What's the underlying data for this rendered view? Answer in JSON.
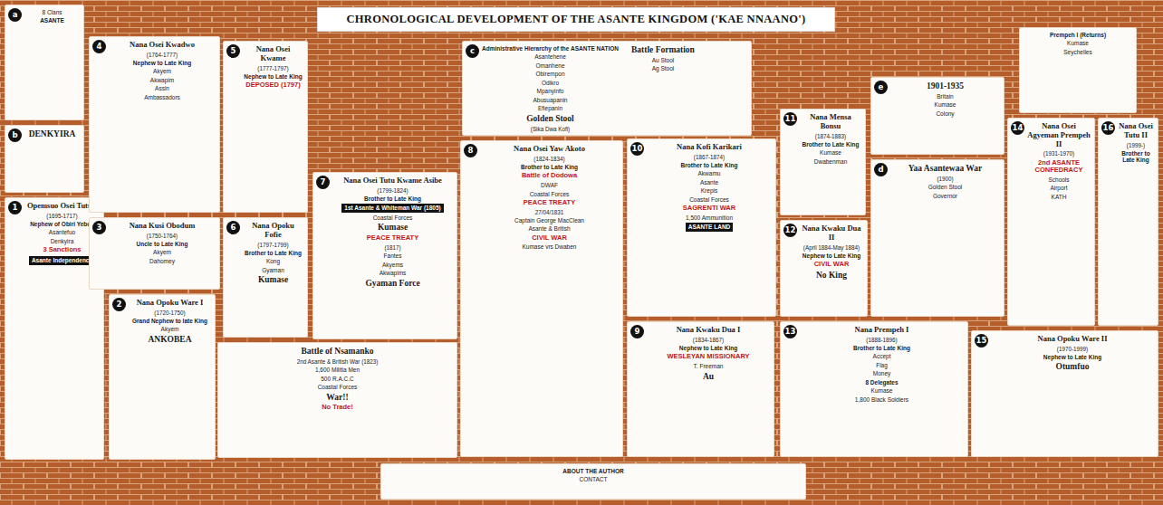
{
  "diagram": {
    "title": "CHRONOLOGICAL DEVELOPMENT OF THE ASANTE KINGDOM ('KAE NNAANO')",
    "nodes": [
      {
        "text": [
          "8 Clans",
          "ASANTE"
        ]
      },
      {
        "text": [
          "a"
        ],
        "in": 0
      },
      {
        "text": [
          "DENKYIRA"
        ]
      },
      {
        "text": [
          "b"
        ],
        "in": 2
      },
      {
        "text": [
          "Opemsuo Osei Tutu I",
          "(1695-1717)",
          "Nephew of Obiri Yeboa",
          "Asantefuo",
          "Denkyira",
          "3 Sanctions",
          "Asante Independence"
        ]
      },
      {
        "text": [
          "1"
        ],
        "in": 4
      },
      {
        "text": [
          "Nana Osei Kwadwo",
          "(1764-1777)",
          "Nephew to Late King",
          "Akyem",
          "Akwapim",
          "Assin",
          "Ambassadors"
        ]
      },
      {
        "text": [
          "4"
        ],
        "in": 6
      },
      {
        "text": [
          "Nana Osei Kwame",
          "(1777-1797)",
          "Nephew to Late King",
          "DEPOSED (1797)"
        ]
      },
      {
        "text": [
          "5"
        ],
        "in": 8
      },
      {
        "text": [
          "Nana Kusi Obodum",
          "(1750-1764)",
          "Uncle to Late King",
          "Akyem",
          "Dahomey"
        ]
      },
      {
        "text": [
          "3"
        ],
        "in": 10
      },
      {
        "text": [
          "Nana Opoku Ware I",
          "(1720-1750)",
          "Grand Nephew to late King",
          "Akyem",
          "ANKOBEA"
        ]
      },
      {
        "text": [
          "2"
        ],
        "in": 12
      },
      {
        "text": [
          "Nana Opoku Fofie",
          "(1797-1799)",
          "Brother to Late King",
          "Kong",
          "Gyaman",
          "Kumase"
        ]
      },
      {
        "text": [
          "6"
        ],
        "in": 14
      },
      {
        "text": [
          "Nana Osei Tutu Kwame Asibe",
          "(1799-1824)",
          "Brother to Late King",
          "1st Asante & Whiteman War (1805)",
          "Coastal Forces",
          "Kumase",
          "PEACE TREATY",
          "(1817)",
          "Fantes",
          "Akyems",
          "Akwapims",
          "Gyaman Force"
        ]
      },
      {
        "text": [
          "7"
        ],
        "in": 16
      },
      {
        "text": [
          "Battle of Nsamanko",
          "2nd Asante & British War (1823)",
          "1,600 Militia Men",
          "500 R.A.C.C",
          "Coastal Forces",
          "War!!",
          "No Trade!"
        ]
      },
      {
        "text": [
          "Administrative Hierarchy of the ASANTE NATION",
          "Asantehene",
          "Omanhene",
          "Obirempon",
          "Odikro",
          "Mpanyinfo",
          "Abusuapanin",
          "Efiepanin",
          "Golden Stool",
          "(Sika Dwa Kofi)",
          "Battle Formation",
          "Au Stool",
          "Ag Stool"
        ]
      },
      {
        "text": [
          "c"
        ],
        "in": 19
      },
      {
        "text": [
          "Nana Osei Yaw Akoto",
          "(1824-1834)",
          "Brother to Late King",
          "Battle of Dodowa",
          "DWAF",
          "Coastal Forces",
          "PEACE TREATY",
          "27/04/1831",
          "Captain George MacClean",
          "Asante & British",
          "CIVIL WAR",
          "Kumase vrs Dwaben"
        ]
      },
      {
        "text": [
          "8"
        ],
        "in": 21
      },
      {
        "text": [
          "Nana Kofi Karikari",
          "(1867-1874)",
          "Brother to Late King",
          "Akwamu",
          "Asante",
          "Krepis",
          "Coastal Forces",
          "SAGRENTI WAR",
          "1,500 Ammunition",
          "ASANTE LAND"
        ]
      },
      {
        "text": [
          "10"
        ],
        "in": 23
      },
      {
        "text": [
          "Nana Kwaku Dua I",
          "(1834-1867)",
          "Nephew to Late King",
          "WESLEYAN MISSIONARY",
          "T. Freeman",
          "Au"
        ]
      },
      {
        "text": [
          "9"
        ],
        "in": 25
      },
      {
        "text": [
          "Nana Mensa Bonsu",
          "(1874-1883)",
          "Brother to Late King",
          "Kumase",
          "Dwabenman"
        ]
      },
      {
        "text": [
          "11"
        ],
        "in": 27
      },
      {
        "text": [
          "Nana Kwaku Dua II",
          "(April 1884-May 1884)",
          "Nephew to Late King",
          "CIVIL WAR",
          "No King"
        ]
      },
      {
        "text": [
          "12"
        ],
        "in": 29
      },
      {
        "text": [
          "Nana Prempeh I",
          "(1888-1896)",
          "Brother to Late King",
          "Accept",
          "Flag",
          "Money",
          "8 Delegates",
          "Kumase",
          "1,800 Black Soldiers"
        ]
      },
      {
        "text": [
          "13"
        ],
        "in": 31
      },
      {
        "text": [
          "1901-1935",
          "Britain",
          "Kumase",
          "Colony"
        ]
      },
      {
        "text": [
          "e"
        ],
        "in": 33
      },
      {
        "text": [
          "Prempeh I (Returns)",
          "Kumase",
          "Seychelles"
        ]
      },
      {
        "text": [
          "Yaa Asantewaa War",
          "(1900)",
          "Golden Stool",
          "Governor"
        ]
      },
      {
        "text": [
          "d"
        ],
        "in": 36
      },
      {
        "text": [
          "Nana Osei Agyeman Prempeh II",
          "(1931-1970)",
          "2nd ASANTE CONFEDRACY",
          "Schools",
          "Airport",
          "KATH"
        ]
      },
      {
        "text": [
          "14"
        ],
        "in": 38
      },
      {
        "text": [
          "Nana Osei Tutu II",
          "(1999-)",
          "Brother to Late King"
        ]
      },
      {
        "text": [
          "16"
        ],
        "in": 40
      },
      {
        "text": [
          "Nana Opoku Ware II",
          "(1970-1999)",
          "Nephew to Late King",
          "Otumfuo"
        ]
      },
      {
        "text": [
          "15"
        ],
        "in": 42
      },
      {
        "text": [
          "ABOUT THE AUTHOR",
          "CONTACT"
        ]
      }
    ]
  }
}
